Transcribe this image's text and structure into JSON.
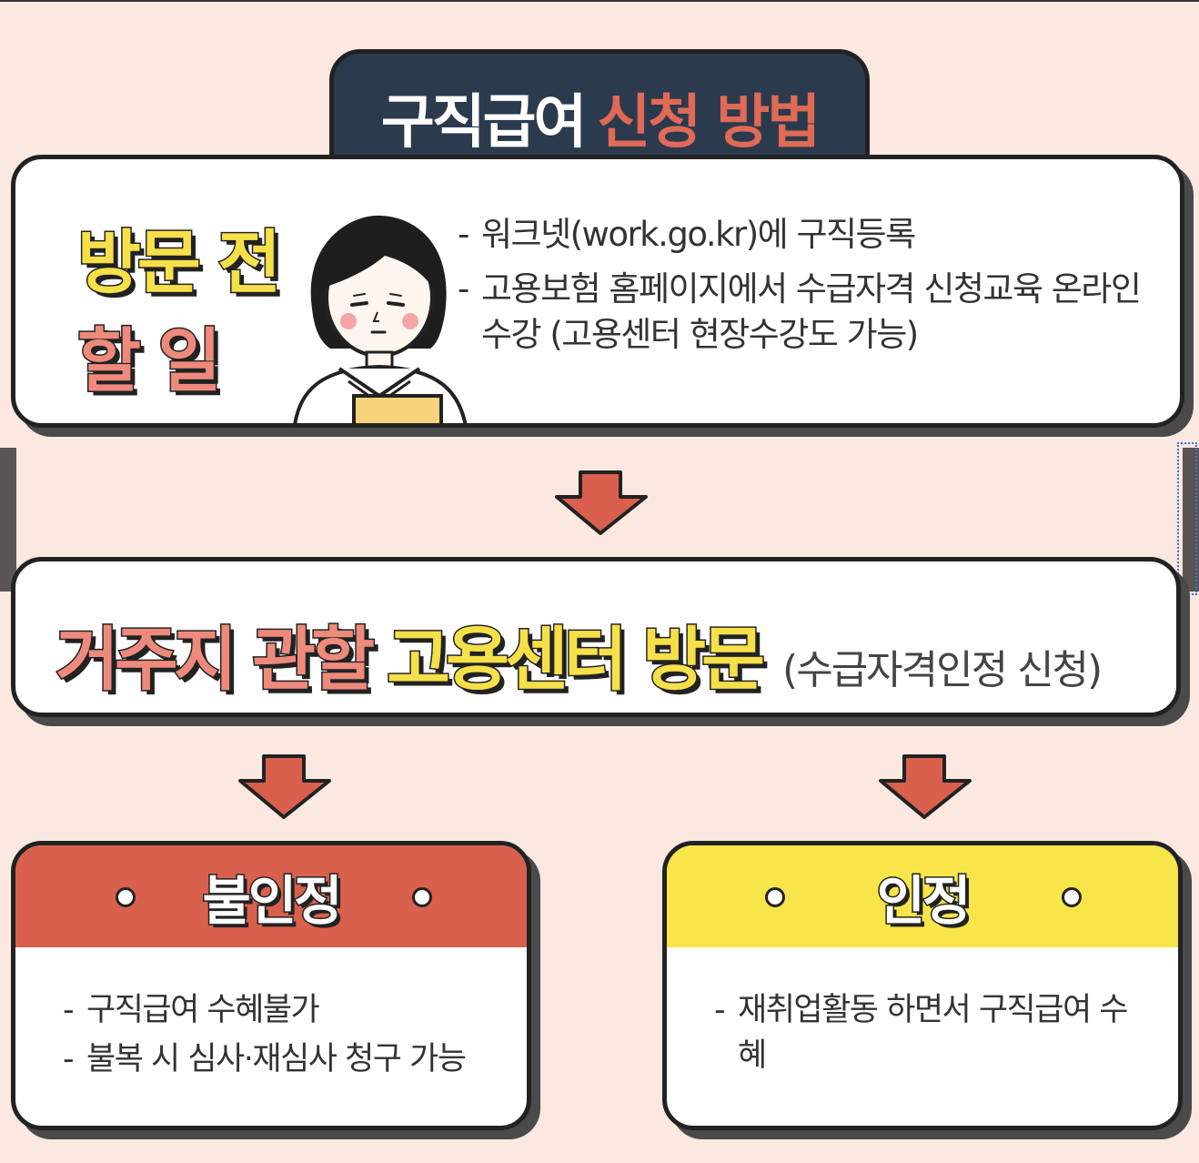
{
  "title": {
    "part1": "구직급여",
    "part2": "신청 방법"
  },
  "before_visit": {
    "heading_line1": "방문 전",
    "heading_line2": "할 일",
    "items": [
      "워크넷(work.go.kr)에 구직등록",
      "고용보험 홈페이지에서 수급자격 신청교육 온라인 수강 (고용센터 현장수강도 가능)"
    ]
  },
  "visit": {
    "part1": "거주지 관할",
    "part2": "고용센터 방문",
    "note": "(수급자격인정 신청)"
  },
  "outcomes": {
    "denied": {
      "label": "불인정",
      "items": [
        "구직급여 수혜불가",
        "불복 시 심사·재심사 청구 가능"
      ]
    },
    "approved": {
      "label": "인정",
      "items": [
        "재취업활동 하면서 구직급여 수혜"
      ]
    }
  },
  "colors": {
    "navy": "#2c3a4d",
    "red": "#d9604d",
    "salmon": "#ee8a7c",
    "yellow": "#f6e04a",
    "background": "#fbe8e1"
  },
  "icons": [
    "person-illustration",
    "down-arrow-icon"
  ]
}
